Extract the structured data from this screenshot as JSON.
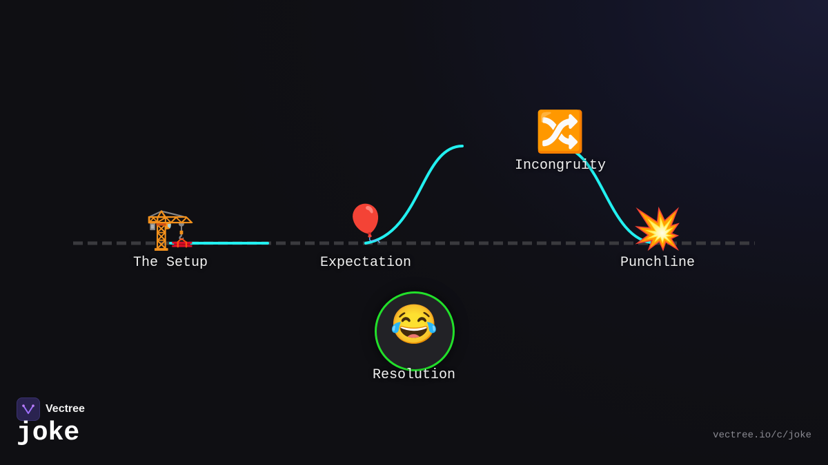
{
  "brand": {
    "name": "Vectree"
  },
  "page": {
    "title": "joke",
    "url": "vectree.io/c/joke"
  },
  "colors": {
    "curve": "#22f0f0",
    "baseline": "#3a3a3e",
    "resolution_ring": "#22e02a",
    "background": "#101016"
  },
  "nodes": [
    {
      "label": "The Setup",
      "icon": "🏗️",
      "icon_name": "construction-crane-icon"
    },
    {
      "label": "Expectation",
      "icon": "🎈",
      "icon_name": "balloon-icon"
    },
    {
      "label": "Incongruity",
      "icon": "🔀",
      "icon_name": "shuffle-icon"
    },
    {
      "label": "Punchline",
      "icon": "💥",
      "icon_name": "collision-icon"
    },
    {
      "label": "Resolution",
      "icon": "😂",
      "icon_name": "tears-of-joy-icon"
    }
  ]
}
